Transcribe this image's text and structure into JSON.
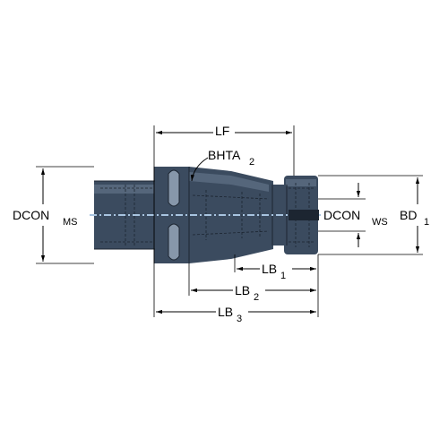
{
  "labels": {
    "lf": "LF",
    "bhta": "BHTA",
    "bhta_sub": "2",
    "dcon_ms": "DCON",
    "dcon_ms_sub": "MS",
    "dcon_ws": "DCON",
    "dcon_ws_sub": "WS",
    "bd": "BD",
    "bd_sub": "1",
    "lb1": "LB",
    "lb1_sub": "1",
    "lb2": "LB",
    "lb2_sub": "2",
    "lb3": "LB",
    "lb3_sub": "3"
  }
}
